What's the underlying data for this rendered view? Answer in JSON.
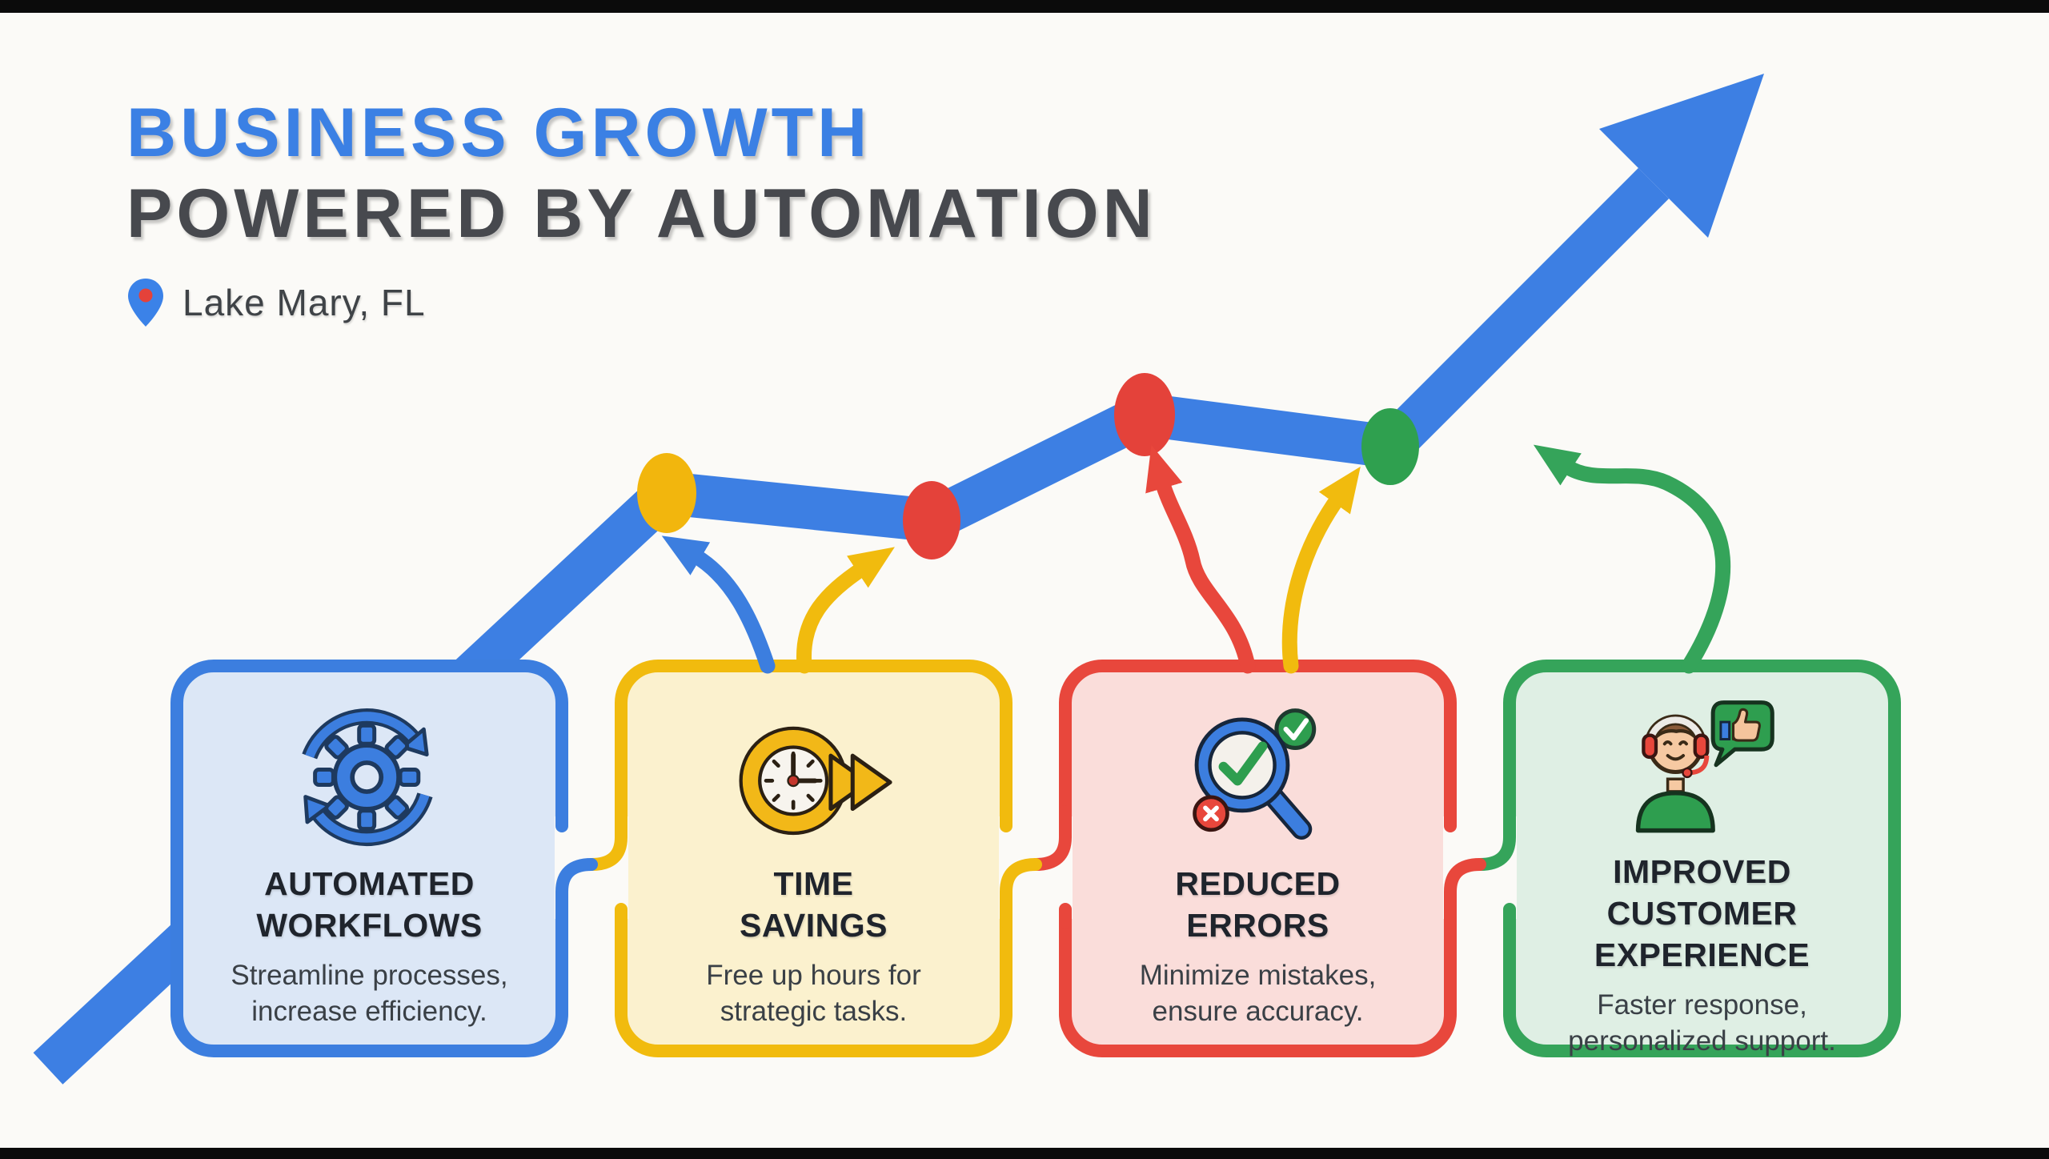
{
  "page": {
    "background": "#FBFAF7",
    "letterbox_color": "#0B0B0B"
  },
  "header": {
    "title_line1": "BUSINESS GROWTH",
    "title_line2": "POWERED BY AUTOMATION",
    "title_line1_color": "#3B80E4",
    "title_line2_color": "#47494E",
    "location": {
      "label": "Lake Mary, FL",
      "icon": "map-pin-icon",
      "pin_color": "#3B82E8",
      "pin_dot_color": "#E4423A"
    }
  },
  "trend": {
    "description": "rising growth line with four node points and large arrow pointing up-right",
    "line_color": "#3D7FE3",
    "arrow_direction": "up-right",
    "nodes": [
      {
        "order": 1,
        "color_name": "yellow",
        "hex": "#F2B60D"
      },
      {
        "order": 2,
        "color_name": "red",
        "hex": "#E4423A"
      },
      {
        "order": 3,
        "color_name": "red",
        "hex": "#E4423A"
      },
      {
        "order": 4,
        "color_name": "green",
        "hex": "#2FA04F"
      }
    ],
    "curved_arrows": [
      {
        "color_name": "blue",
        "hex": "#3C7EDF"
      },
      {
        "color_name": "yellow",
        "hex": "#F1BB0E"
      },
      {
        "color_name": "red",
        "hex": "#E8473C"
      },
      {
        "color_name": "yellow",
        "hex": "#F1BB0E"
      },
      {
        "color_name": "green",
        "hex": "#35A45A"
      }
    ]
  },
  "cards": [
    {
      "id": "automated-workflows",
      "accent": "#3C7EDF",
      "fill": "#DCE7F6",
      "icon": "gear-cycle-icon",
      "title_line1": "AUTOMATED",
      "title_line2": "WORKFLOWS",
      "desc_line1": "Streamline processes,",
      "desc_line2": "increase efficiency."
    },
    {
      "id": "time-savings",
      "accent": "#F1BB0E",
      "fill": "#FBF1CE",
      "icon": "clock-fast-forward-icon",
      "title_line1": "TIME",
      "title_line2": "SAVINGS",
      "desc_line1": "Free up hours for",
      "desc_line2": "strategic tasks."
    },
    {
      "id": "reduced-errors",
      "accent": "#E8473C",
      "fill": "#FADDDA",
      "icon": "magnifier-check-icon",
      "title_line1": "REDUCED",
      "title_line2": "ERRORS",
      "desc_line1": "Minimize mistakes,",
      "desc_line2": "ensure accuracy."
    },
    {
      "id": "improved-customer-experience",
      "accent": "#35A45A",
      "fill": "#DFEFE4",
      "icon": "support-agent-icon",
      "title_line1": "IMPROVED CUSTOMER",
      "title_line2": "EXPERIENCE",
      "desc_line1": "Faster response,",
      "desc_line2": "personalized support."
    }
  ]
}
